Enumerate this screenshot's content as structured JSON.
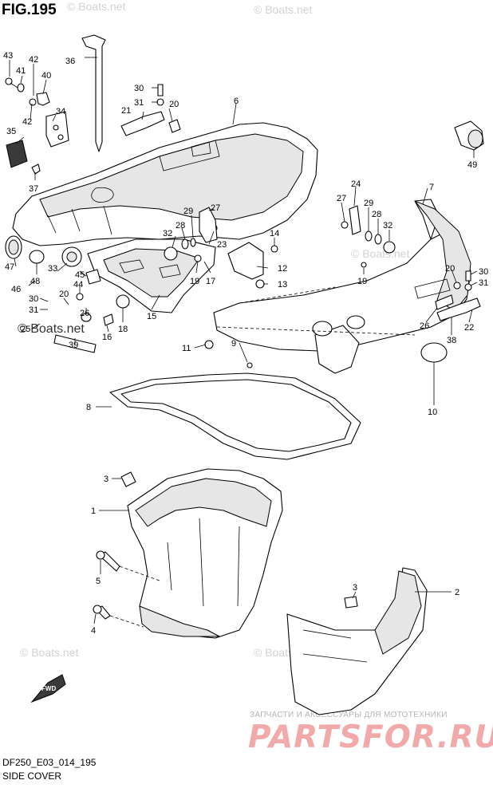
{
  "figure": {
    "title": "FIG.195",
    "code": "DF250_E03_014_195",
    "name": "SIDE COVER",
    "fwd_label": "FWD"
  },
  "watermarks": {
    "boats": "© Boats.net",
    "brand_tagline": "ЗАПЧАСТИ И АКСЕССУАРЫ ДЛЯ МОТОТЕХНИКИ",
    "brand_name": "PARTSFOR.RU"
  },
  "callouts": [
    "1",
    "2",
    "3",
    "4",
    "5",
    "6",
    "7",
    "8",
    "9",
    "10",
    "11",
    "12",
    "13",
    "14",
    "15",
    "16",
    "17",
    "18",
    "19",
    "20",
    "21",
    "22",
    "23",
    "24",
    "25",
    "26",
    "27",
    "28",
    "29",
    "30",
    "31",
    "32",
    "33",
    "34",
    "35",
    "36",
    "37",
    "38",
    "39",
    "40",
    "41",
    "42",
    "43",
    "44",
    "45",
    "46",
    "47",
    "48",
    "49"
  ]
}
